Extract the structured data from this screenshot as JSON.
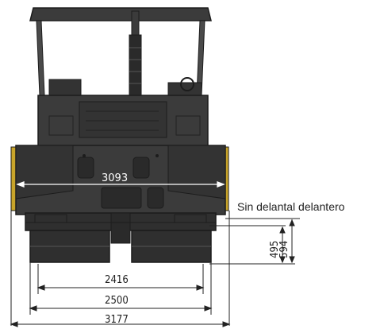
{
  "dimensions": {
    "overall_width": "3093",
    "note": "Sin delantal delantero",
    "height_low": "495",
    "height_high": "594",
    "track_width": "2416",
    "base_width": "2500",
    "max_width": "3177"
  },
  "colors": {
    "body": "#3b3b3b",
    "body_dark": "#2a2a2a",
    "detail": "#1c1c1c",
    "line": "#222222",
    "dim_line_white": "#ffffff",
    "accent_yellow": "#c9a52a"
  }
}
